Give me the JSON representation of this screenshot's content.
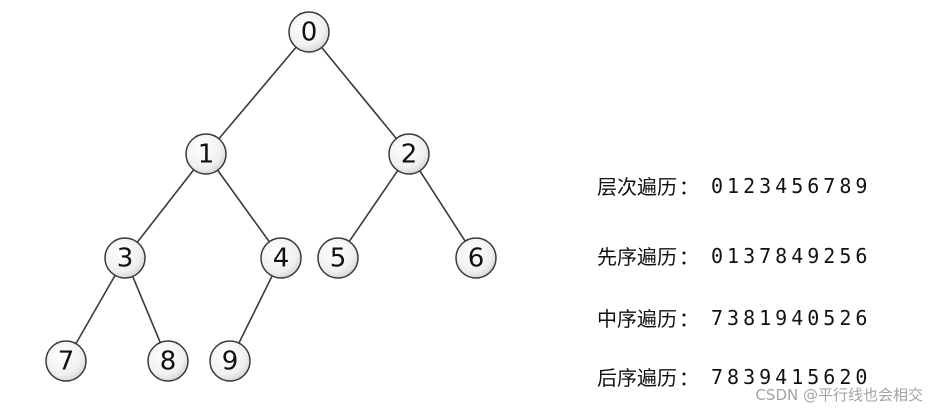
{
  "tree": {
    "nodes": [
      {
        "id": "0",
        "label": "0"
      },
      {
        "id": "1",
        "label": "1"
      },
      {
        "id": "2",
        "label": "2"
      },
      {
        "id": "3",
        "label": "3"
      },
      {
        "id": "4",
        "label": "4"
      },
      {
        "id": "5",
        "label": "5"
      },
      {
        "id": "6",
        "label": "6"
      },
      {
        "id": "7",
        "label": "7"
      },
      {
        "id": "8",
        "label": "8"
      },
      {
        "id": "9",
        "label": "9"
      }
    ],
    "edges": [
      [
        "0",
        "1"
      ],
      [
        "0",
        "2"
      ],
      [
        "1",
        "3"
      ],
      [
        "1",
        "4"
      ],
      [
        "2",
        "5"
      ],
      [
        "2",
        "6"
      ],
      [
        "3",
        "7"
      ],
      [
        "3",
        "8"
      ],
      [
        "4",
        "9"
      ]
    ]
  },
  "traversals": [
    {
      "name": "层次遍历",
      "colon": "：",
      "sequence": "0123456789"
    },
    {
      "name": "先序遍历",
      "colon": "：",
      "sequence": "0137849256"
    },
    {
      "name": "中序遍历",
      "colon": "：",
      "sequence": "7381940526"
    },
    {
      "name": "后序遍历",
      "colon": "：",
      "sequence": "7839415620"
    }
  ],
  "watermark": "CSDN @平行线也会相交"
}
